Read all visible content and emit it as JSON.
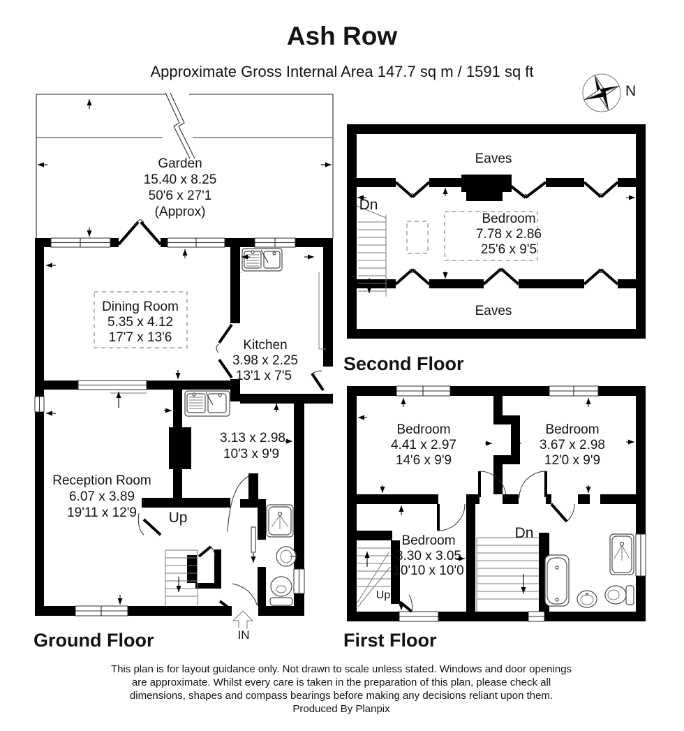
{
  "header": {
    "title": "Ash Row",
    "subtitle": "Approximate Gross Internal Area 147.7 sq m / 1591 sq ft",
    "compass_north": "N"
  },
  "ground_floor": {
    "label": "Ground Floor",
    "garden": {
      "name": "Garden",
      "metric": "15.40 x 8.25",
      "imperial": "50'6 x 27'1",
      "approx": "(Approx)"
    },
    "dining_room": {
      "name": "Dining Room",
      "metric": "5.35 x 4.12",
      "imperial": "17'7 x 13'6"
    },
    "kitchen": {
      "name": "Kitchen",
      "metric": "3.98 x 2.25",
      "imperial": "13'1 x 7'5"
    },
    "inner_room": {
      "metric": "3.13 x 2.98",
      "imperial": "10'3 x 9'9"
    },
    "reception_room": {
      "name": "Reception Room",
      "metric": "6.07 x 3.89",
      "imperial": "19'11 x 12'9"
    },
    "stairs_label": "Up",
    "entrance_label": "IN"
  },
  "second_floor": {
    "label": "Second Floor",
    "eaves_top": "Eaves",
    "eaves_bottom": "Eaves",
    "bedroom": {
      "name": "Bedroom",
      "metric": "7.78 x 2.86",
      "imperial": "25'6 x 9'5"
    },
    "stairs_label": "Dn"
  },
  "first_floor": {
    "label": "First Floor",
    "bedroom_1": {
      "name": "Bedroom",
      "metric": "4.41 x 2.97",
      "imperial": "14'6 x 9'9"
    },
    "bedroom_2": {
      "name": "Bedroom",
      "metric": "3.67 x 2.98",
      "imperial": "12'0 x 9'9"
    },
    "bedroom_3": {
      "name": "Bedroom",
      "metric": "3.30 x 3.05",
      "imperial": "10'10 x 10'0"
    },
    "stairs_down_label": "Dn",
    "stairs_up_label": "Up"
  },
  "footer": {
    "line1": "This plan is for layout guidance only. Not drawn to scale unless stated. Windows and door openings",
    "line2": "are approximate. Whilst every care is taken in the preparation of this plan, please check all",
    "line3": "dimensions, shapes and compass bearings before making any decisions reliant upon them.",
    "line4": "Produced By Planpix"
  },
  "colors": {
    "wall": "#000000",
    "line": "#2b2b2b",
    "dashed": "#8a8a8a"
  }
}
